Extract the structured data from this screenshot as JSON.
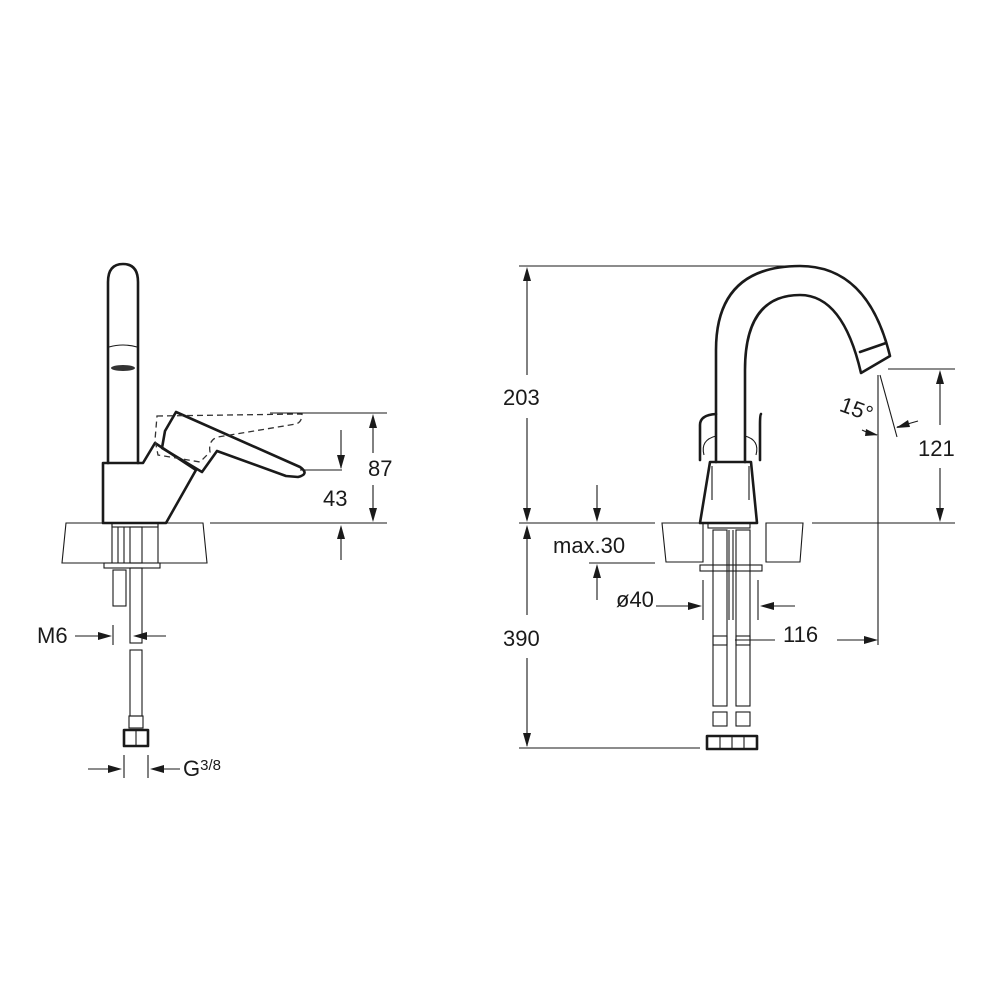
{
  "drawing": {
    "subject": "Single-lever basin mixer faucet — technical dimension drawing",
    "side_view": {
      "labels": {
        "lever_height": "87",
        "lever_tip_height": "43",
        "rod_thread": "M6",
        "hose_connection": "G3/8",
        "hose_connection_main": "G",
        "hose_connection_frac": "3/8"
      }
    },
    "front_view": {
      "labels": {
        "total_height": "203",
        "spout_outlet_height": "121",
        "spout_angle": "15°",
        "max_deck_thickness": "max.30",
        "hole_diameter": "ø40",
        "spout_reach": "116",
        "hose_length": "390"
      }
    }
  },
  "colors": {
    "line": "#1a1a1a",
    "background": "#ffffff"
  }
}
